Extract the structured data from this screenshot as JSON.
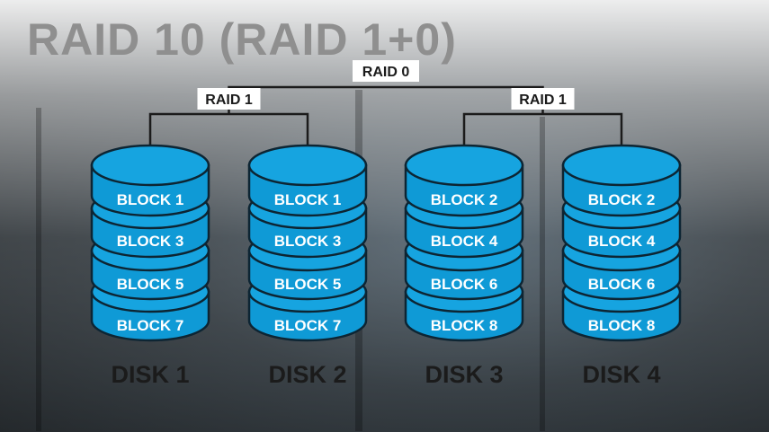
{
  "title": "RAID 10 (RAID 1+0)",
  "raid0_label": "RAID 0",
  "mirrors": [
    {
      "label": "RAID 1"
    },
    {
      "label": "RAID 1"
    }
  ],
  "disks": [
    {
      "label": "DISK 1",
      "blocks": [
        "BLOCK 1",
        "BLOCK 3",
        "BLOCK 5",
        "BLOCK 7"
      ]
    },
    {
      "label": "DISK 2",
      "blocks": [
        "BLOCK 1",
        "BLOCK 3",
        "BLOCK 5",
        "BLOCK 7"
      ]
    },
    {
      "label": "DISK 3",
      "blocks": [
        "BLOCK 2",
        "BLOCK 4",
        "BLOCK 6",
        "BLOCK 8"
      ]
    },
    {
      "label": "DISK 4",
      "blocks": [
        "BLOCK 2",
        "BLOCK 4",
        "BLOCK 6",
        "BLOCK 8"
      ]
    }
  ],
  "colors": {
    "disk_fill": "#0f9ad6",
    "disk_top": "#16a4e0",
    "disk_stroke": "#0d2533",
    "block_text": "#ffffff",
    "connector": "#1b1b1b",
    "title": "#8f8f8f"
  }
}
